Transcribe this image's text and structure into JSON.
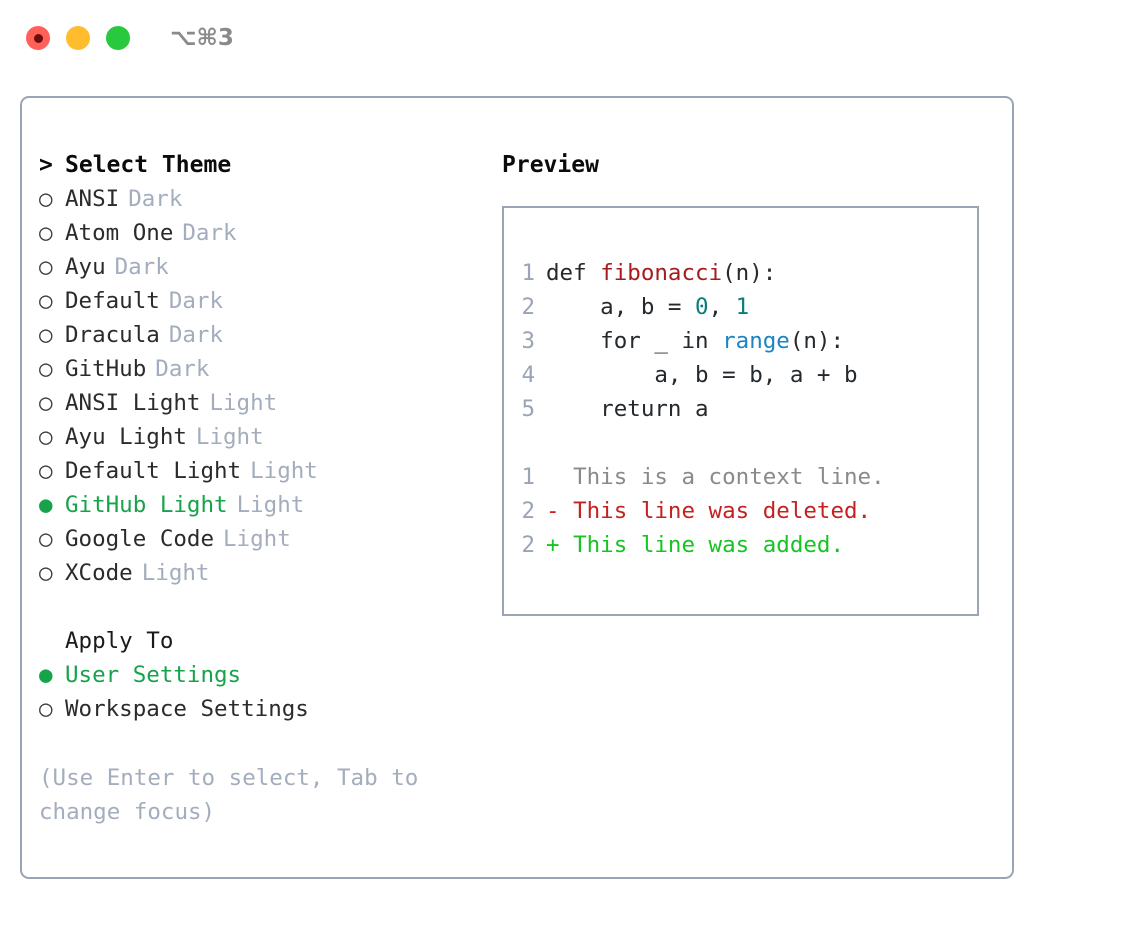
{
  "titlebar": {
    "shortcut": "⌥⌘3",
    "dots": [
      {
        "name": "close",
        "color": "#ff6159"
      },
      {
        "name": "minimize",
        "color": "#ffbd2e"
      },
      {
        "name": "maximize",
        "color": "#28c83f"
      }
    ]
  },
  "theme_panel": {
    "heading": "Select Theme",
    "caret": ">",
    "bullet_empty": "○",
    "bullet_filled": "●",
    "items": [
      {
        "name": "ANSI",
        "tag": "Dark",
        "selected": false
      },
      {
        "name": "Atom One",
        "tag": "Dark",
        "selected": false
      },
      {
        "name": "Ayu",
        "tag": "Dark",
        "selected": false
      },
      {
        "name": "Default",
        "tag": "Dark",
        "selected": false
      },
      {
        "name": "Dracula",
        "tag": "Dark",
        "selected": false
      },
      {
        "name": "GitHub",
        "tag": "Dark",
        "selected": false
      },
      {
        "name": "ANSI Light",
        "tag": "Light",
        "selected": false
      },
      {
        "name": "Ayu Light",
        "tag": "Light",
        "selected": false
      },
      {
        "name": "Default Light",
        "tag": "Light",
        "selected": false
      },
      {
        "name": "GitHub Light",
        "tag": "Light",
        "selected": true
      },
      {
        "name": "Google Code",
        "tag": "Light",
        "selected": false
      },
      {
        "name": "XCode",
        "tag": "Light",
        "selected": false
      }
    ]
  },
  "apply_to": {
    "heading": "Apply To",
    "options": [
      {
        "label": "User Settings",
        "selected": true
      },
      {
        "label": "Workspace Settings",
        "selected": false
      }
    ]
  },
  "hint": "(Use Enter to select, Tab to change focus)",
  "preview": {
    "heading": "Preview",
    "code_lines": [
      {
        "no": "1",
        "segments": [
          {
            "text": "def ",
            "style": "plain"
          },
          {
            "text": "fibonacci",
            "style": "fn"
          },
          {
            "text": "(n):",
            "style": "plain"
          }
        ]
      },
      {
        "no": "2",
        "segments": [
          {
            "text": "    a, b = ",
            "style": "plain"
          },
          {
            "text": "0",
            "style": "num"
          },
          {
            "text": ", ",
            "style": "plain"
          },
          {
            "text": "1",
            "style": "num"
          }
        ]
      },
      {
        "no": "3",
        "segments": [
          {
            "text": "    for _ in ",
            "style": "plain"
          },
          {
            "text": "range",
            "style": "call"
          },
          {
            "text": "(n):",
            "style": "plain"
          }
        ]
      },
      {
        "no": "4",
        "segments": [
          {
            "text": "        a, b = b, a + b",
            "style": "plain"
          }
        ]
      },
      {
        "no": "5",
        "segments": [
          {
            "text": "    return a",
            "style": "plain"
          }
        ]
      }
    ],
    "diff_lines": [
      {
        "no": "1",
        "marker": " ",
        "text": "  This is a context line.",
        "kind": "context"
      },
      {
        "no": "2",
        "marker": "-",
        "text": "- This line was deleted.",
        "kind": "deleted"
      },
      {
        "no": "2",
        "marker": "+",
        "text": "+ This line was added.",
        "kind": "added"
      }
    ]
  },
  "colors": {
    "border": "#9aa4b4",
    "accent_green": "#16a34a",
    "muted": "#a3adbd",
    "function": "#a61c1c",
    "number": "#0b7c7c",
    "call": "#1a85c4",
    "diff_deleted": "#c42121",
    "diff_added": "#16c422",
    "diff_context": "#8a8a8a"
  }
}
